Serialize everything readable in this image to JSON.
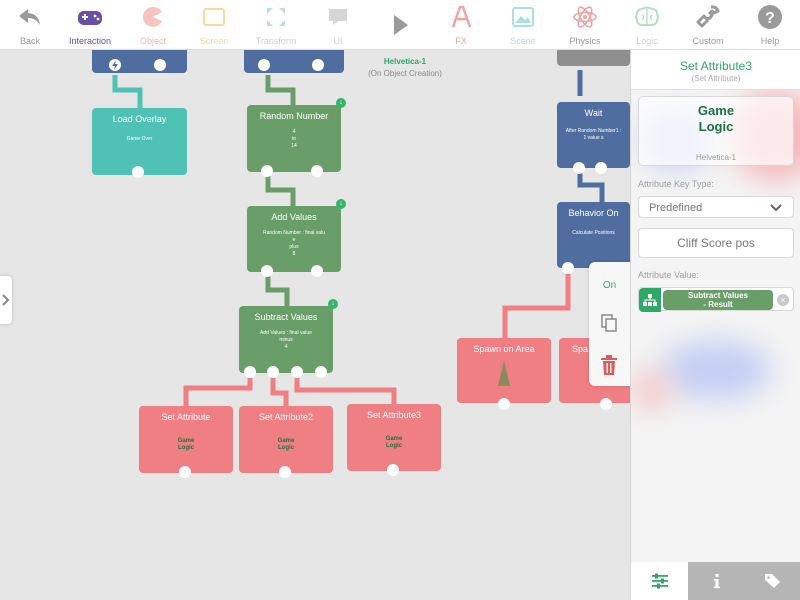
{
  "toolbar": {
    "back": "Back",
    "interaction": "Interaction",
    "object": "Object",
    "screen": "Screen",
    "transform": "Transform",
    "ui": "UI",
    "fx": "FX",
    "scene": "Scene",
    "physics": "Physics",
    "logic": "Logic",
    "custom": "Custom",
    "help": "Help"
  },
  "scene": {
    "title": "Helvetica-1",
    "subtitle": "(On Object Creation)"
  },
  "nodes": {
    "load_overlay": {
      "title": "Load Overlay",
      "body": "Game Over"
    },
    "random_number": {
      "title": "Random Number",
      "body": "4\nto\n14"
    },
    "add_values": {
      "title": "Add Values",
      "body": "Random Number : final valu\ne\nplus\n8"
    },
    "subtract_values": {
      "title": "Subtract Values",
      "body": "Add Values : final value\nminus\n4"
    },
    "set_attribute": {
      "title": "Set Attribute",
      "body": "Game\nLogic"
    },
    "set_attribute2": {
      "title": "Set Attribute2",
      "body": "Game\nLogic"
    },
    "set_attribute3": {
      "title": "Set Attribute3",
      "body": "Game\nLogic"
    },
    "wait": {
      "title": "Wait",
      "body": "After Random Number1 :\n1 value s"
    },
    "behavior_on": {
      "title": "Behavior On",
      "body": "Calculate Positions"
    },
    "spawn_on_area": {
      "title": "Spawn on Area"
    },
    "spawn2": {
      "title": "Spa"
    }
  },
  "popup": {
    "on_label": "On"
  },
  "panel": {
    "title": "Set Attribute3",
    "subtitle": "(Set Attribute)",
    "card_logic": "Game\nLogic",
    "card_name": "Helvetica-1",
    "key_type_label": "Attribute Key Type:",
    "key_type_value": "Predefined",
    "key_name": "Cliff Score pos",
    "value_label": "Attribute Value:",
    "value_chip": "Subtract Values\n- Result"
  },
  "colors": {
    "accent_green": "#2da866",
    "node_green": "#6a9e69",
    "node_blue": "#4f6e9f",
    "node_teal": "#4fc2b5",
    "node_red": "#f07f83"
  }
}
